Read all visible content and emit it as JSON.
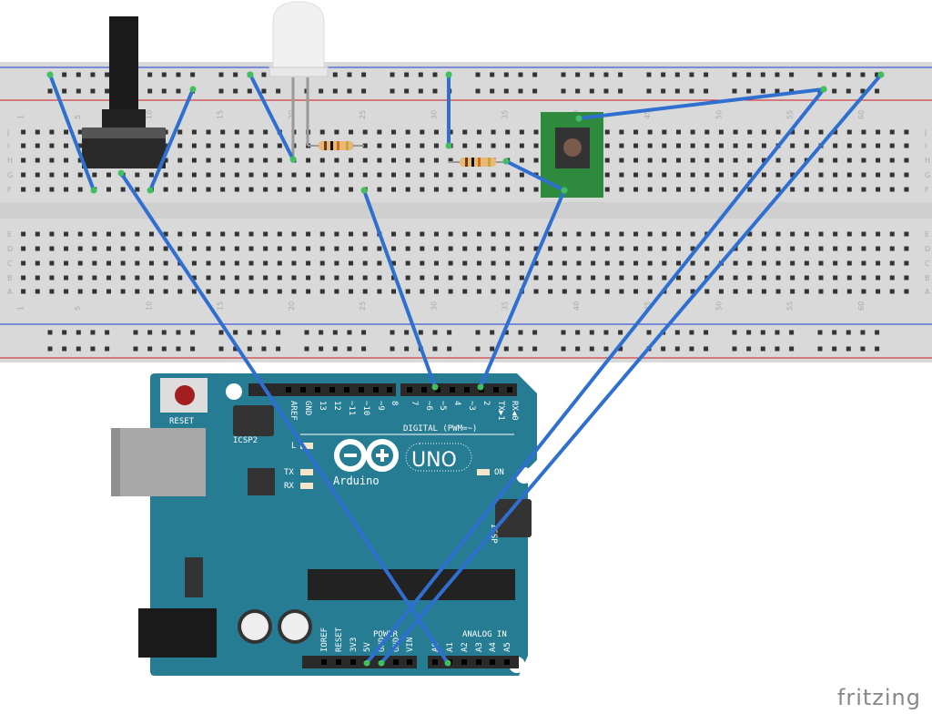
{
  "colors": {
    "breadboard": "#d9d9d9",
    "wire": "#2f6fcf",
    "arduino": "#267d93",
    "pcb": "#2e8b3e",
    "rail_red": "#d01c1c",
    "rail_blue": "#1c3cd0"
  },
  "breadboard": {
    "row_letters_top": [
      "J",
      "I",
      "H",
      "G",
      "F"
    ],
    "row_letters_bottom": [
      "E",
      "D",
      "C",
      "B",
      "A"
    ],
    "column_numbers": [
      "1",
      "5",
      "10",
      "15",
      "20",
      "25",
      "30",
      "35",
      "40",
      "45",
      "50",
      "55",
      "60"
    ]
  },
  "arduino": {
    "reset_label": "RESET",
    "icsp2_label": "ICSP2",
    "icsp_label": "ICSP",
    "digital_label": "DIGITAL (PWM=~)",
    "digital_pins": [
      "AREF",
      "GND",
      "13",
      "12",
      "~11",
      "~10",
      "~9",
      "8",
      "7",
      "~6",
      "~5",
      "4",
      "~3",
      "2",
      "TX▶1",
      "RX◀0"
    ],
    "led_labels": [
      "L",
      "TX",
      "RX",
      "ON"
    ],
    "brand": "Arduino",
    "model": "UNO",
    "power_label": "POWER",
    "power_pins": [
      "IOREF",
      "RESET",
      "3V3",
      "5V",
      "GND",
      "GND",
      "VIN"
    ],
    "analog_label": "ANALOG IN",
    "analog_pins": [
      "A0",
      "A1",
      "A2",
      "A3",
      "A4",
      "A5"
    ]
  },
  "logo": "fritzing"
}
